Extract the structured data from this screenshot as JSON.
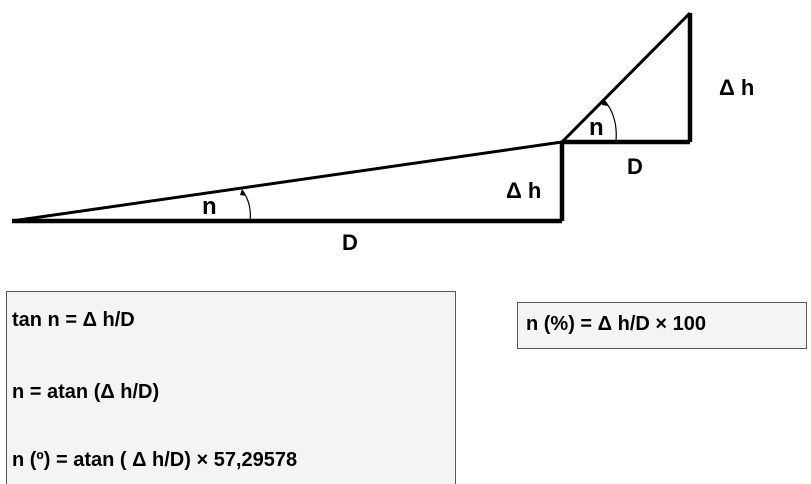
{
  "diagram": {
    "large_triangle": {
      "angle_label": "n",
      "base_label": "D",
      "height_label": "Δ h"
    },
    "small_triangle": {
      "angle_label": "n",
      "base_label": "D",
      "height_label": "Δ h"
    }
  },
  "formulas": {
    "tan_relation": "tan n = Δ h/D",
    "atan_relation": "n = atan (Δ h/D)",
    "degrees_relation": "n (º) = atan ( Δ h/D) × 57,29578",
    "percent_relation": "n (%) = Δ h/D × 100"
  }
}
